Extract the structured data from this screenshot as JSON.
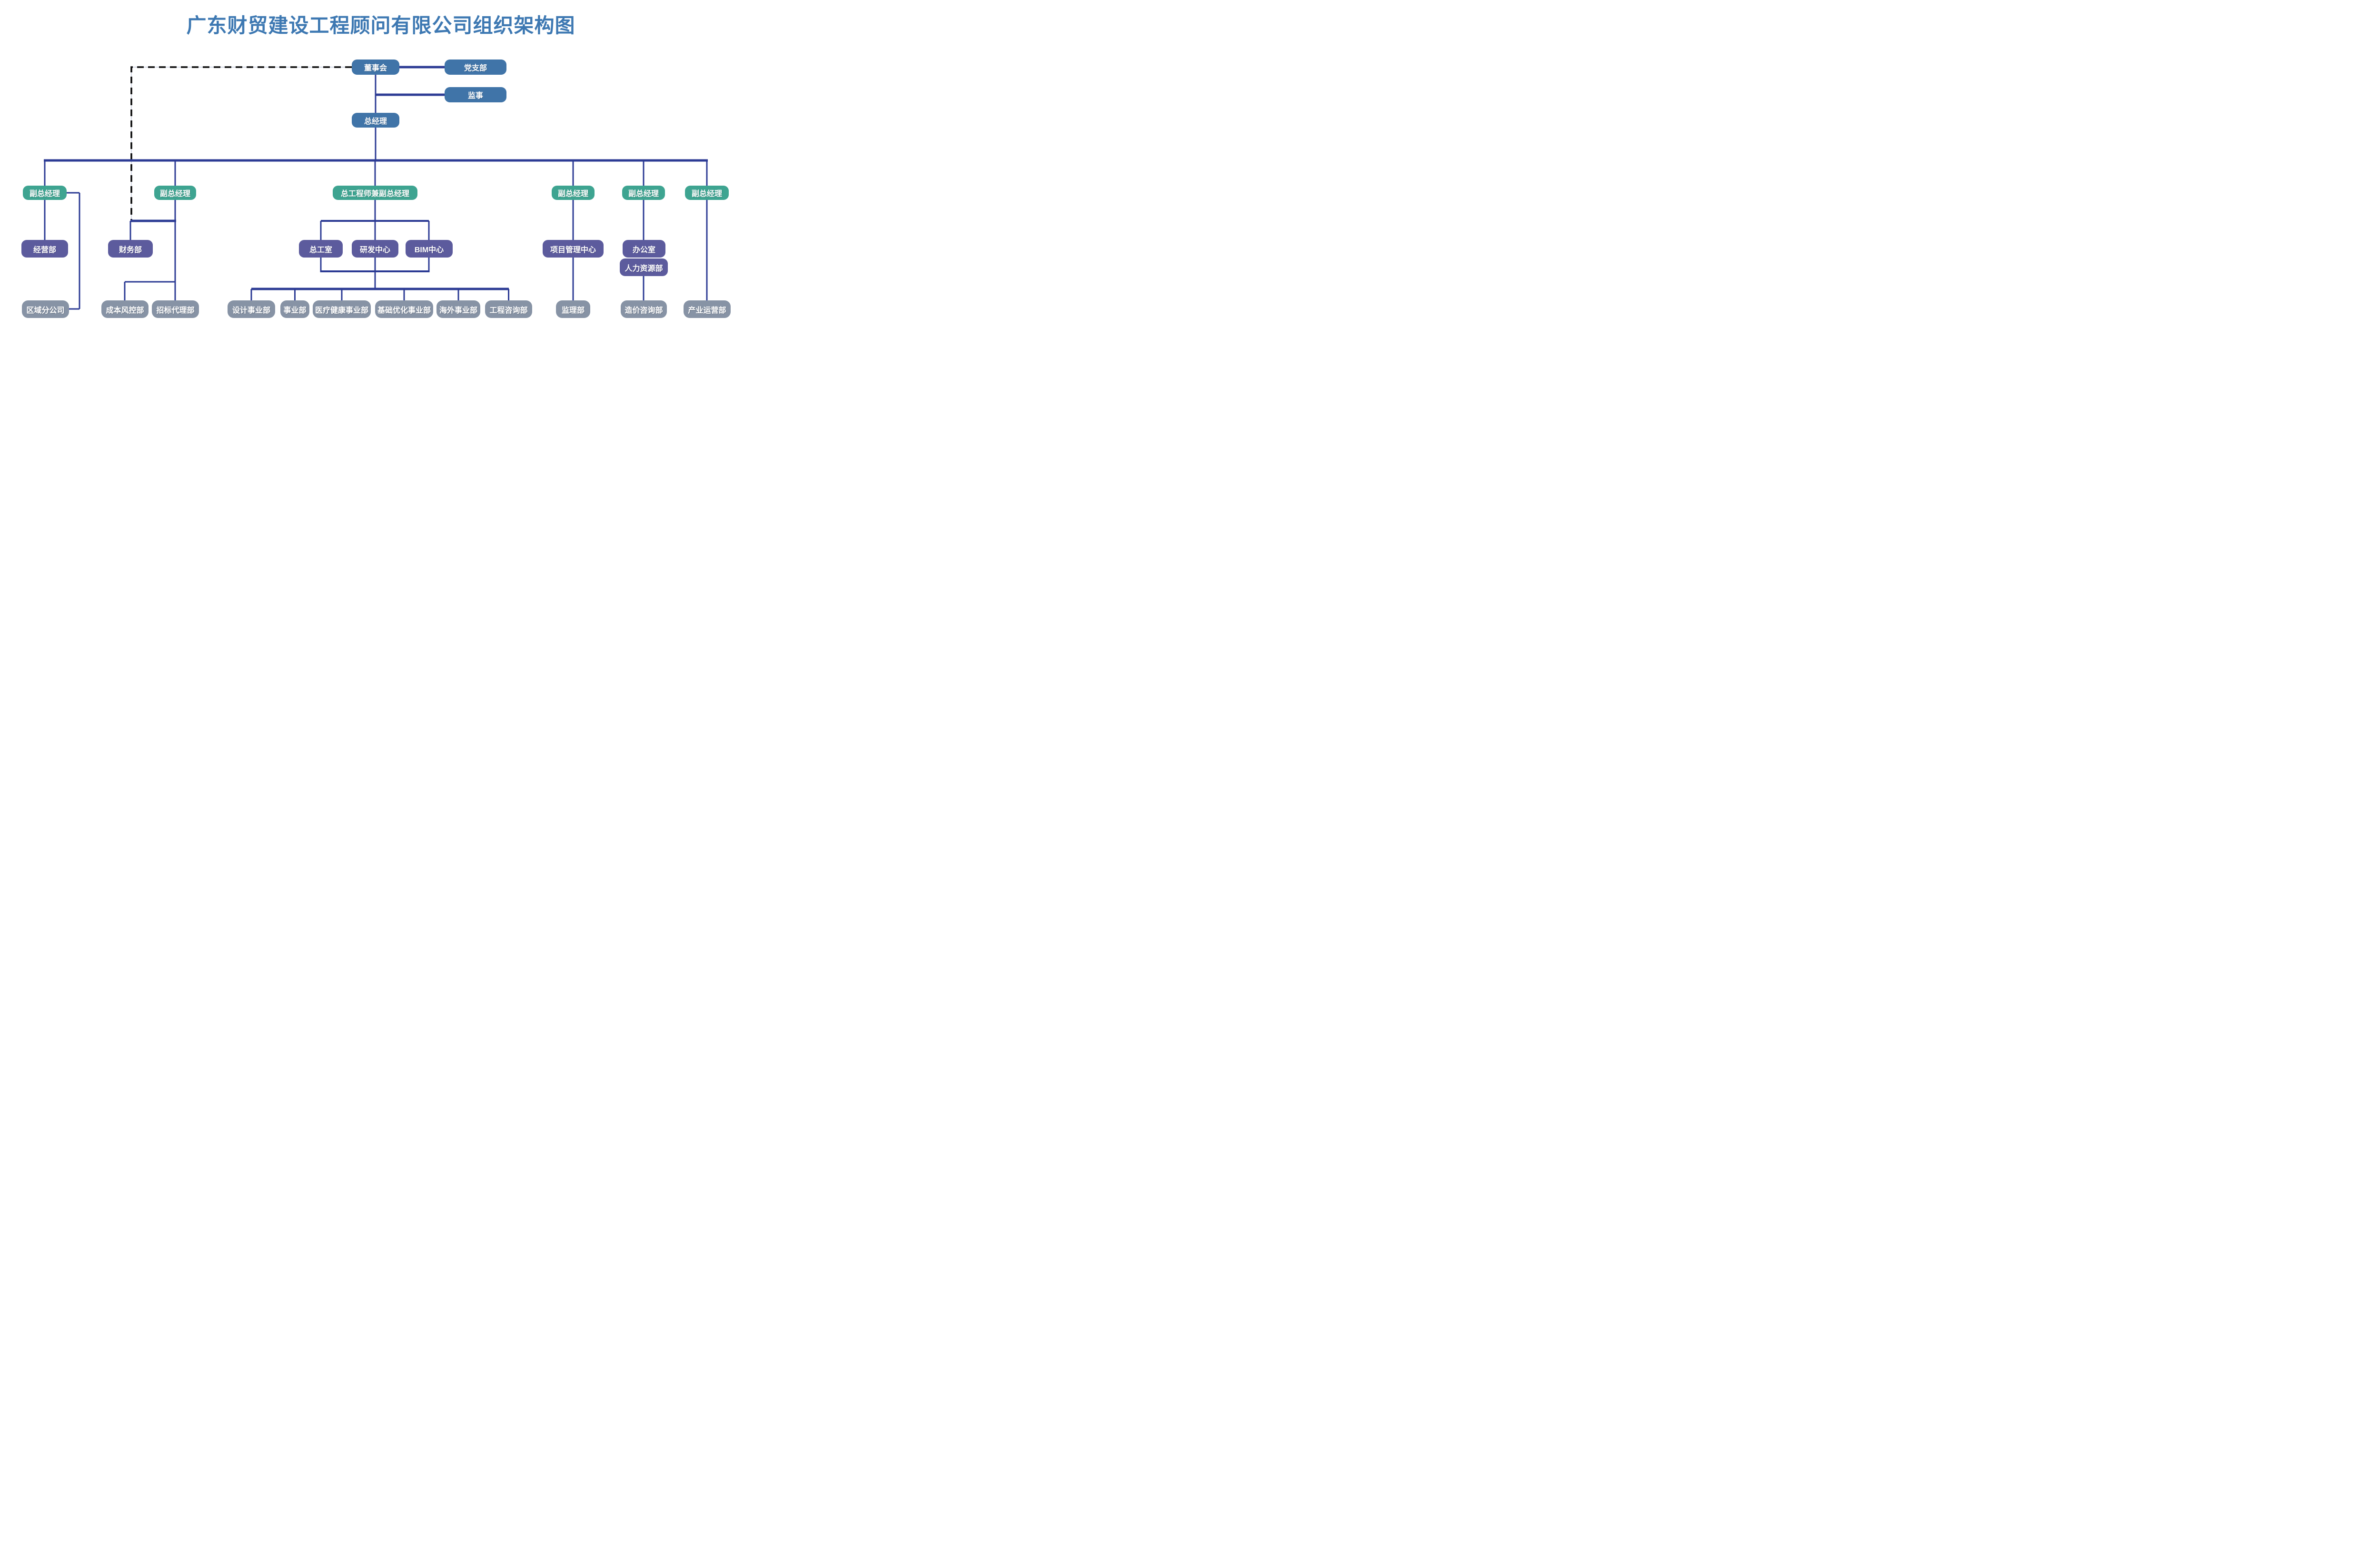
{
  "title": "广东财贸建设工程顾问有限公司组织架构图",
  "colors": {
    "title_color": "#3D78B2",
    "node_blue": "#4074A8",
    "node_green": "#3EA491",
    "node_purple": "#5C5B9D",
    "node_gray": "#8793A5",
    "line": "#2C3B94",
    "dash": "#0B0B0B",
    "dash_underlay": "#BCC3D9"
  },
  "nodes": {
    "board": {
      "label": "董事会",
      "type": "blue"
    },
    "party_branch": {
      "label": "党支部",
      "type": "blue"
    },
    "supervisor": {
      "label": "监事",
      "type": "blue"
    },
    "general_manager": {
      "label": "总经理",
      "type": "blue"
    },
    "deputy_gm_1": {
      "label": "副总经理",
      "type": "green"
    },
    "deputy_gm_2": {
      "label": "副总经理",
      "type": "green"
    },
    "chief_engineer_deputy_gm": {
      "label": "总工程师兼副总经理",
      "type": "green"
    },
    "deputy_gm_4": {
      "label": "副总经理",
      "type": "green"
    },
    "deputy_gm_5": {
      "label": "副总经理",
      "type": "green"
    },
    "deputy_gm_6": {
      "label": "副总经理",
      "type": "green"
    },
    "business_dept": {
      "label": "经营部",
      "type": "purple"
    },
    "finance_dept": {
      "label": "财务部",
      "type": "purple"
    },
    "chief_engineer_office": {
      "label": "总工室",
      "type": "purple"
    },
    "rd_center": {
      "label": "研发中心",
      "type": "purple"
    },
    "bim_center": {
      "label": "BIM中心",
      "type": "purple"
    },
    "project_mgmt_center": {
      "label": "项目管理中心",
      "type": "purple"
    },
    "office": {
      "label": "办公室",
      "type": "purple"
    },
    "hr_dept": {
      "label": "人力资源部",
      "type": "purple"
    },
    "regional_branch": {
      "label": "区域分公司",
      "type": "gray"
    },
    "cost_risk_dept": {
      "label": "成本风控部",
      "type": "gray"
    },
    "bidding_agency_dept": {
      "label": "招标代理部",
      "type": "gray"
    },
    "design_div": {
      "label": "设计事业部",
      "type": "gray"
    },
    "business_div": {
      "label": "事业部",
      "type": "gray"
    },
    "medical_health_div": {
      "label": "医疗健康事业部",
      "type": "gray"
    },
    "infra_optimization_div": {
      "label": "基础优化事业部",
      "type": "gray"
    },
    "overseas_div": {
      "label": "海外事业部",
      "type": "gray"
    },
    "eng_consulting_dept": {
      "label": "工程咨询部",
      "type": "gray"
    },
    "supervision_dept": {
      "label": "监理部",
      "type": "gray"
    },
    "cost_consulting_dept": {
      "label": "造价咨询部",
      "type": "gray"
    },
    "industry_operation_dept": {
      "label": "产业运营部",
      "type": "gray"
    }
  },
  "edges": [
    {
      "from": "board",
      "to": "party_branch",
      "style": "solid"
    },
    {
      "from": "board",
      "to": "supervisor",
      "style": "solid"
    },
    {
      "from": "board",
      "to": "general_manager",
      "style": "solid"
    },
    {
      "from": "board",
      "to": "finance_dept",
      "style": "dashed"
    },
    {
      "from": "general_manager",
      "to": "deputy_gm_1",
      "style": "solid"
    },
    {
      "from": "general_manager",
      "to": "deputy_gm_2",
      "style": "solid"
    },
    {
      "from": "general_manager",
      "to": "chief_engineer_deputy_gm",
      "style": "solid"
    },
    {
      "from": "general_manager",
      "to": "deputy_gm_4",
      "style": "solid"
    },
    {
      "from": "general_manager",
      "to": "deputy_gm_5",
      "style": "solid"
    },
    {
      "from": "general_manager",
      "to": "deputy_gm_6",
      "style": "solid"
    },
    {
      "from": "deputy_gm_1",
      "to": "business_dept",
      "style": "solid"
    },
    {
      "from": "deputy_gm_1",
      "to": "regional_branch",
      "style": "solid"
    },
    {
      "from": "deputy_gm_2",
      "to": "finance_dept",
      "style": "solid"
    },
    {
      "from": "deputy_gm_2",
      "to": "cost_risk_dept",
      "style": "solid"
    },
    {
      "from": "deputy_gm_2",
      "to": "bidding_agency_dept",
      "style": "solid"
    },
    {
      "from": "chief_engineer_deputy_gm",
      "to": "chief_engineer_office",
      "style": "solid"
    },
    {
      "from": "chief_engineer_deputy_gm",
      "to": "rd_center",
      "style": "solid"
    },
    {
      "from": "chief_engineer_deputy_gm",
      "to": "bim_center",
      "style": "solid"
    },
    {
      "from": "chief_engineer_deputy_gm",
      "to": "design_div",
      "style": "solid"
    },
    {
      "from": "chief_engineer_deputy_gm",
      "to": "business_div",
      "style": "solid"
    },
    {
      "from": "chief_engineer_deputy_gm",
      "to": "medical_health_div",
      "style": "solid"
    },
    {
      "from": "chief_engineer_deputy_gm",
      "to": "infra_optimization_div",
      "style": "solid"
    },
    {
      "from": "chief_engineer_deputy_gm",
      "to": "overseas_div",
      "style": "solid"
    },
    {
      "from": "chief_engineer_deputy_gm",
      "to": "eng_consulting_dept",
      "style": "solid"
    },
    {
      "from": "deputy_gm_4",
      "to": "project_mgmt_center",
      "style": "solid"
    },
    {
      "from": "project_mgmt_center",
      "to": "supervision_dept",
      "style": "solid"
    },
    {
      "from": "deputy_gm_5",
      "to": "office",
      "style": "solid"
    },
    {
      "from": "deputy_gm_5",
      "to": "hr_dept",
      "style": "solid"
    },
    {
      "from": "deputy_gm_5",
      "to": "cost_consulting_dept",
      "style": "solid"
    },
    {
      "from": "deputy_gm_6",
      "to": "industry_operation_dept",
      "style": "solid"
    }
  ]
}
